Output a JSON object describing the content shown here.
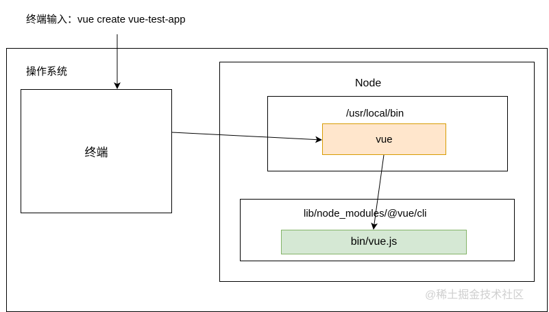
{
  "command_caption": "终端输入：vue create vue-test-app",
  "os_box": {
    "label": "操作系统"
  },
  "terminal_box": {
    "label": "终端"
  },
  "node_box": {
    "label": "Node"
  },
  "bin_dir_box": {
    "label": "/usr/local/bin"
  },
  "vue_bin": {
    "label": "vue",
    "fill": "#FFE6CC",
    "stroke": "#D79B00"
  },
  "cli_box": {
    "label": "lib/node_modules/@vue/cli"
  },
  "vue_js": {
    "label": "bin/vue.js",
    "fill": "#D5E8D4",
    "stroke": "#82B366"
  },
  "watermark": "@稀土掘金技术社区"
}
